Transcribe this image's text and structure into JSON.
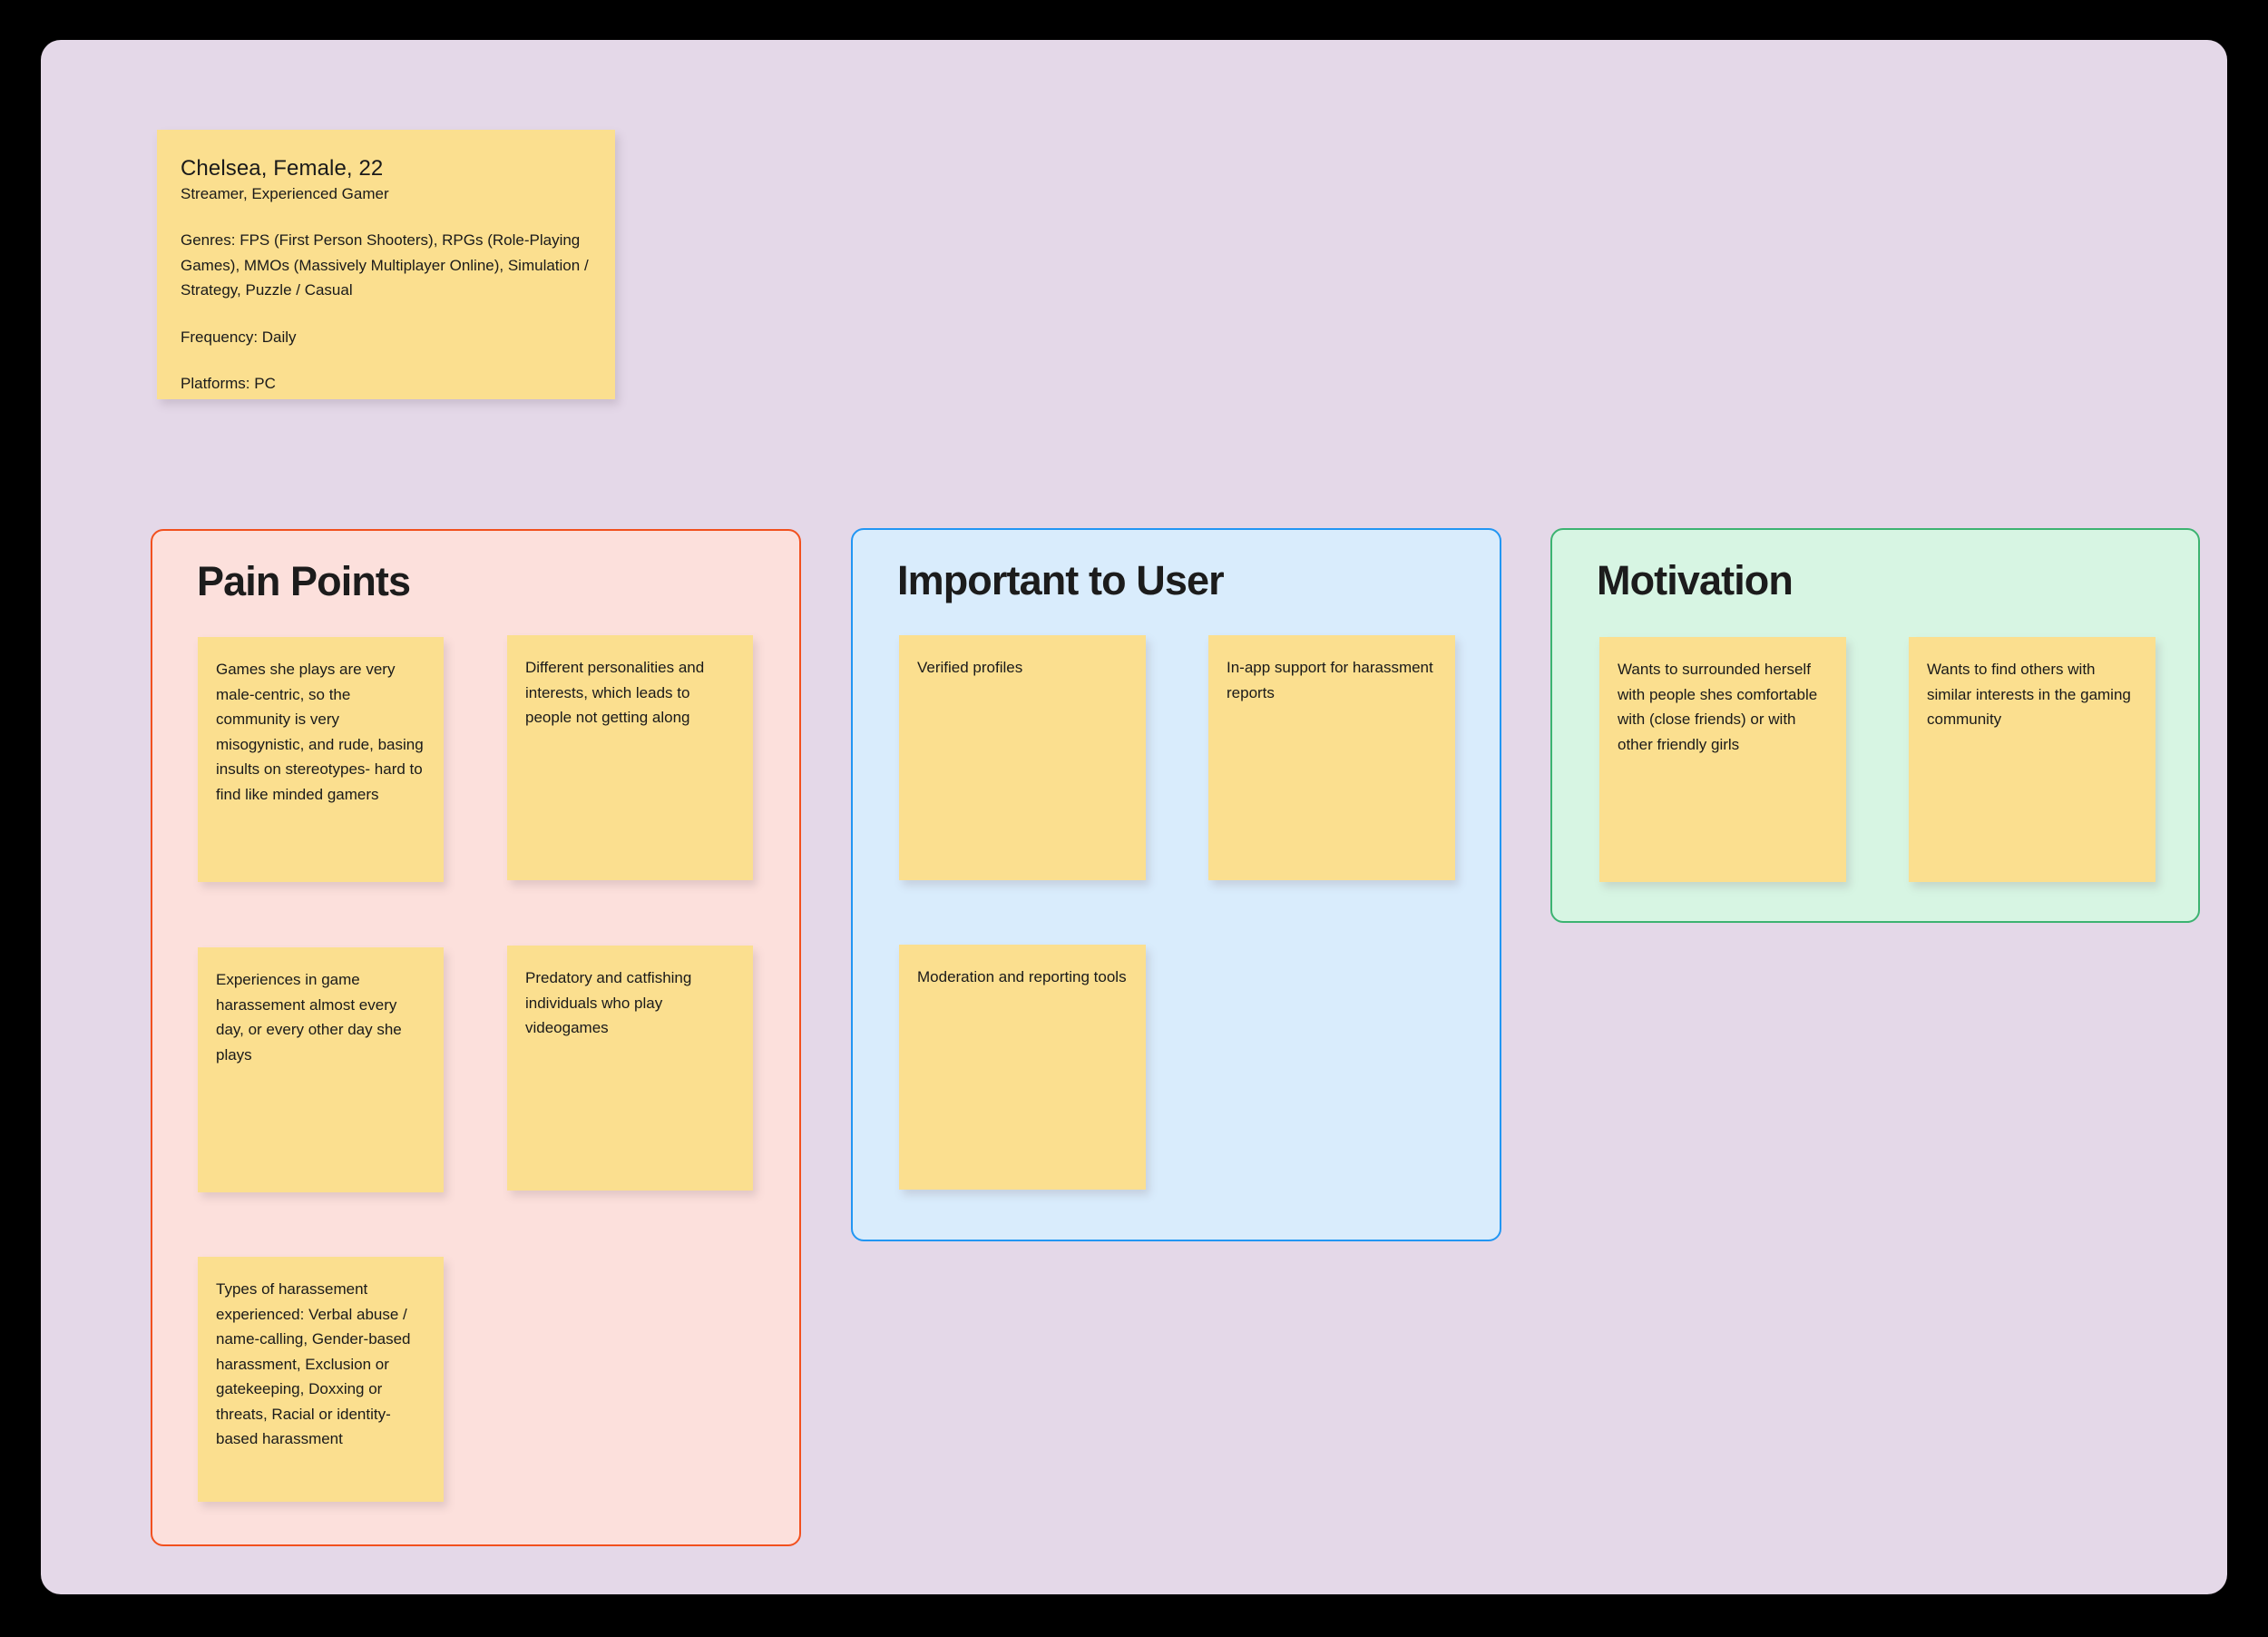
{
  "board": {
    "background_color": "#000000",
    "canvas_color": "#e4d8e8"
  },
  "persona": {
    "name_line": "Chelsea, Female, 22",
    "role_line": "Streamer, Experienced Gamer",
    "genres": "Genres: FPS (First Person Shooters), RPGs (Role-Playing Games), MMOs (Massively Multiplayer Online), Simulation / Strategy, Puzzle / Casual",
    "frequency": "Frequency: Daily",
    "platforms": "Platforms: PC",
    "color": "#fbdf8f"
  },
  "panels": [
    {
      "id": "pain-points",
      "title": "Pain Points",
      "fill": "#fce0dc",
      "border": "#f2501e",
      "notes": [
        "Games she plays are very male-centric, so the community is very misogynistic, and rude, basing insults on stereotypes- hard to find like minded gamers",
        "Different personalities and interests, which leads to people not getting along",
        "Experiences in game harassement almost every day, or every other day she plays",
        "Predatory and catfishing individuals who play videogames",
        "Types of harassement experienced: Verbal abuse / name-calling, Gender-based harassment, Exclusion or gatekeeping, Doxxing or threats, Racial or identity-based harassment"
      ]
    },
    {
      "id": "important-to-user",
      "title": "Important to User",
      "fill": "#d9ecfc",
      "border": "#2196f3",
      "notes": [
        "Verified profiles",
        "In-app support for harassment reports",
        "Moderation and reporting tools"
      ]
    },
    {
      "id": "motivation",
      "title": "Motivation",
      "fill": "#d7f5e3",
      "border": "#3cb371",
      "notes": [
        "Wants to surrounded herself with people shes comfortable with (close friends) or with other friendly girls",
        "Wants to find others with similar interests in the gaming community"
      ]
    }
  ]
}
